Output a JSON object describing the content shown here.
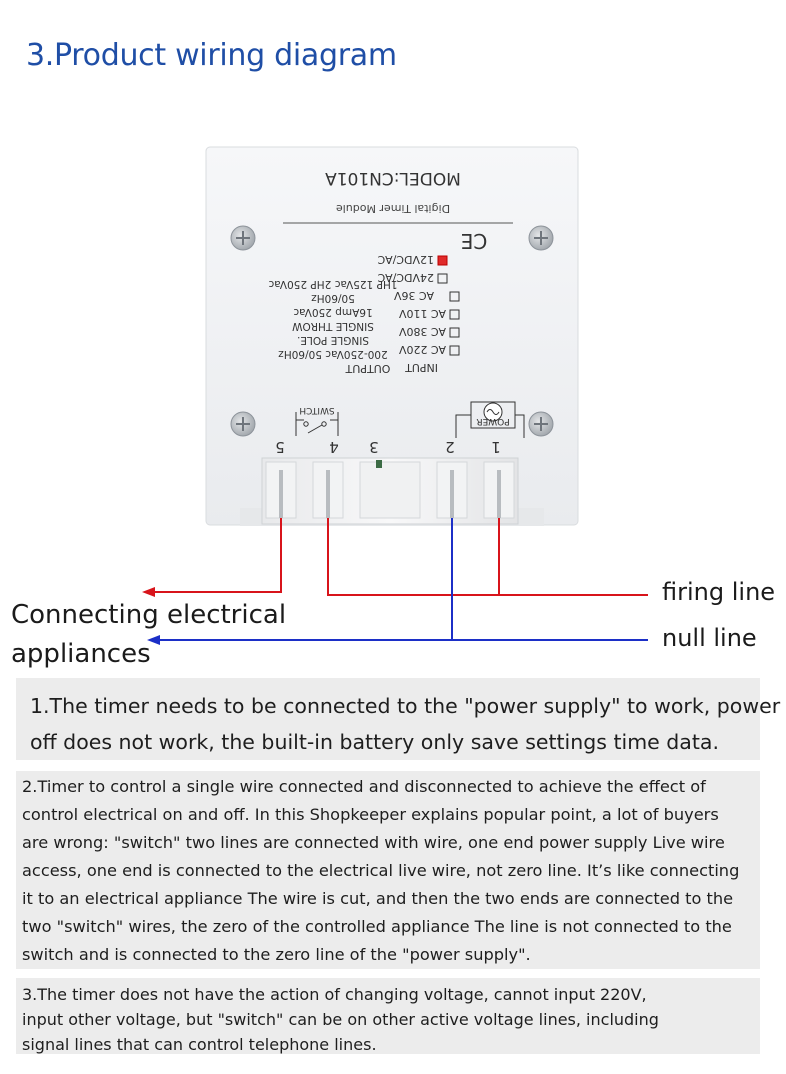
{
  "title": "3.Product wiring diagram",
  "device": {
    "model": "MODEL:CN101A",
    "subtitle": "Digital  Timer  Module",
    "ce_mark": "CE",
    "input_options": [
      "12VDC/AC",
      "24VDC/AC",
      "AC 36V",
      "AC 110V",
      "AC 380V",
      "AC 220V"
    ],
    "input_checked": "12VDC/AC",
    "input_label": "INPUT",
    "output_label": "OUTPUT",
    "ratings": [
      "1HP  125Vac  2HP  250Vac",
      "50/60Hz",
      "16Amp  250Vac",
      "SINGLE  THROW",
      "SINGLE  POLE.",
      "200-250Vac  50/60Hz"
    ],
    "switch_label": "SWITCH",
    "power_label": "POWER",
    "terminals": [
      "5",
      "4",
      "3",
      "2",
      "1"
    ]
  },
  "labels": {
    "firing_line": "firing line",
    "null_line": "null line",
    "appliances": [
      "Connecting electrical",
      "appliances"
    ]
  },
  "wire_colors": {
    "live": "#d8141b",
    "neutral": "#1c2fc7"
  },
  "notes": {
    "note1": [
      "1.The timer needs to be connected to the \"power supply\" to work, power",
      " off does not work, the built-in battery only save settings  time data."
    ],
    "note2": [
      "2.Timer to control a single wire connected and disconnected to achieve the effect of",
      " control electrical on and off.  In this  Shopkeeper explains popular point, a lot of buyers",
      "are wrong: \"switch\" two lines are connected with wire, one end power supply  Live wire",
      "access, one end is connected to the electrical live wire, not zero line.  It’s like connecting",
      "it to an electrical appliance  The wire is cut, and then the two ends are connected to the",
      "two \"switch\" wires, the zero of the controlled appliance  The line is not connected to the",
      "switch and is connected to the zero line of the \"power supply\"."
    ],
    "note3": [
      "3.The timer does not have the action of changing voltage, cannot input 220V,",
      "input other voltage, but \"switch\" can be on  other active voltage lines, including",
      "signal lines that can control telephone lines."
    ]
  }
}
